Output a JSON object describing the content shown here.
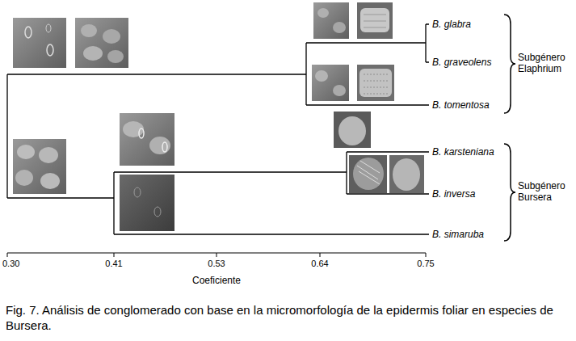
{
  "diagram": {
    "caption": "Fig. 7. Análisis de conglomerado con base en la micromorfología de la epidermis foliar en especies de Bursera.",
    "labels": [
      "B. glabra",
      "B. graveolens",
      "B. tomentosa",
      "B. karsteniana",
      "B. inversa",
      "B. simaruba",
      "Subgénero Elaphrium",
      "Subgénero Bursera",
      "0.30",
      "0.41",
      "0.53",
      "0.64",
      "0.75",
      "Coeficiente"
    ]
  }
}
